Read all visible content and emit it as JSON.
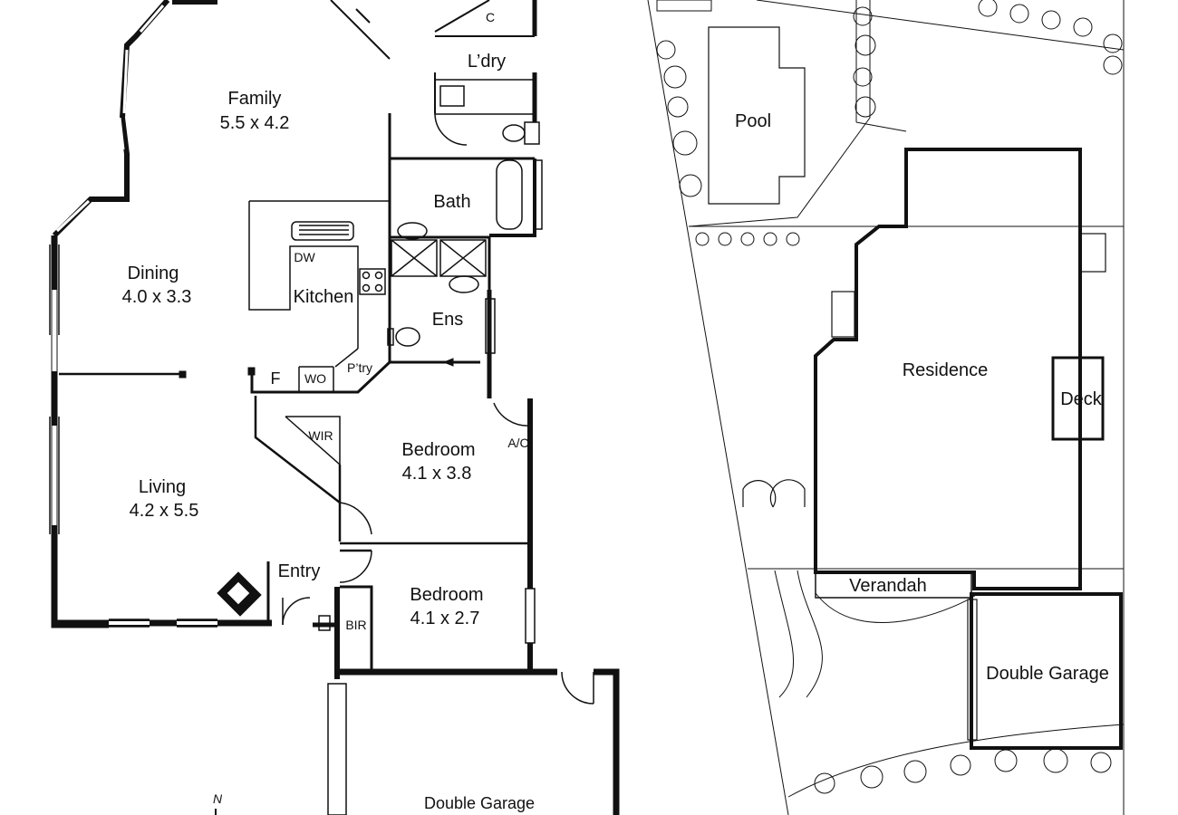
{
  "floorplan": {
    "rooms": {
      "family": {
        "name": "Family",
        "size": "5.5 x 4.2"
      },
      "dining": {
        "name": "Dining",
        "size": "4.0 x 3.3"
      },
      "living": {
        "name": "Living",
        "size": "4.2 x 5.5"
      },
      "bedroom_main": {
        "name": "Bedroom",
        "size": "4.1 x 3.8"
      },
      "bedroom_2": {
        "name": "Bedroom",
        "size": "4.1 x 2.7"
      },
      "kitchen": {
        "name": "Kitchen"
      },
      "bath": {
        "name": "Bath"
      },
      "ens": {
        "name": "Ens"
      },
      "laundry": {
        "name": "L’dry"
      },
      "cupboard": {
        "name": "C"
      },
      "entry": {
        "name": "Entry"
      },
      "garage": {
        "name": "Double Garage"
      },
      "wir": {
        "name": "WIR"
      },
      "bir": {
        "name": "BIR"
      },
      "pantry": {
        "name": "P’try"
      },
      "wo": {
        "name": "WO"
      },
      "fridge": {
        "name": "F"
      },
      "dishwasher": {
        "name": "DW"
      },
      "aircon": {
        "name": "A/C"
      }
    },
    "north": "N"
  },
  "siteplan": {
    "labels": {
      "pool": "Pool",
      "residence": "Residence",
      "deck": "Deck",
      "verandah": "Verandah",
      "garage": "Double Garage"
    }
  }
}
